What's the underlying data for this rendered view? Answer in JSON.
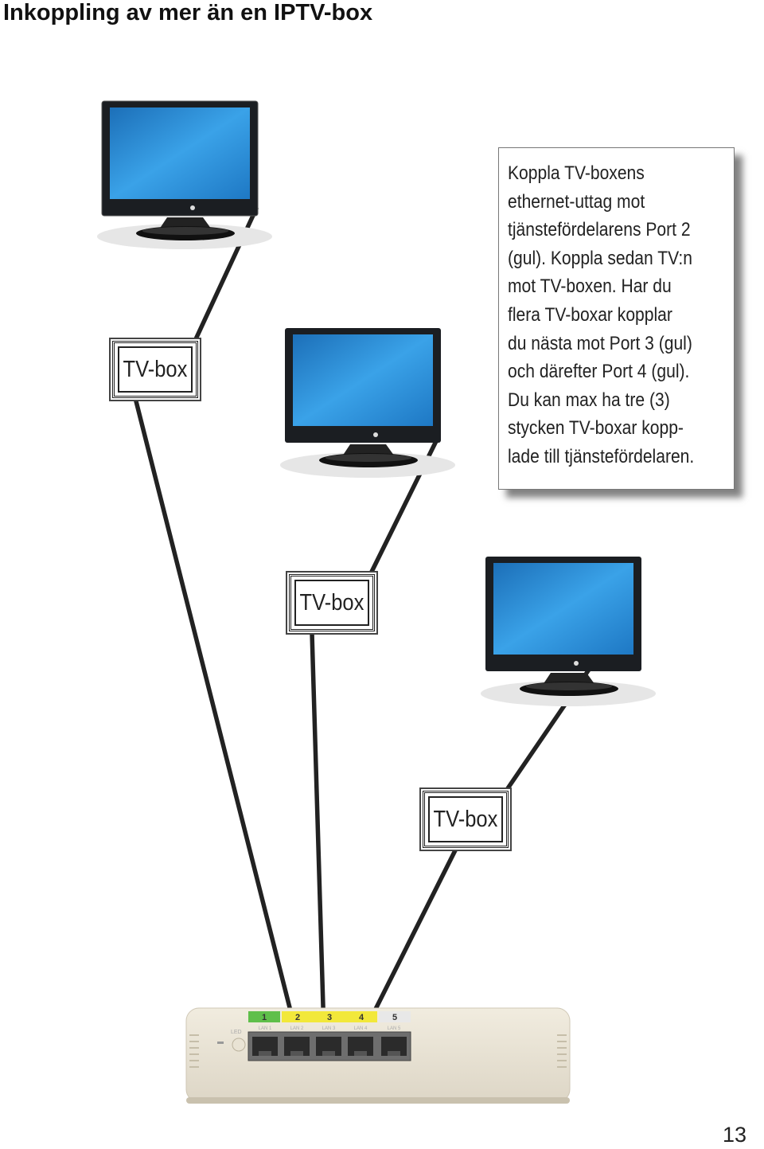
{
  "page": {
    "title": "Inkoppling av mer än en IPTV-box",
    "page_number": "13"
  },
  "instructions": {
    "text": "Koppla TV-boxens\nethernet-uttag mot\ntjänstefördelarens Port 2\n(gul). Koppla sedan TV:n\nmot TV-boxen. Har du\nflera TV-boxar kopplar\ndu nästa mot Port 3 (gul)\noch därefter Port 4 (gul).\nDu kan max ha tre (3)\nstycken TV-boxar kopp-\nlade till tjänstefördelaren."
  },
  "tv_boxes": [
    {
      "label": "TV-box"
    },
    {
      "label": "TV-box"
    },
    {
      "label": "TV-box"
    }
  ],
  "router": {
    "port_numbers": [
      "1",
      "2",
      "3",
      "4",
      "5"
    ],
    "port_labels": [
      "LAN 1",
      "LAN 2",
      "LAN 3",
      "LAN 4",
      "LAN 5"
    ],
    "led_label": "LED",
    "port_colors": [
      "#5fbf4a",
      "#f2e83a",
      "#f2e83a",
      "#f2e83a",
      "#e8e8e8"
    ]
  },
  "colors": {
    "screen": "#2f8fd6",
    "cable": "#222222"
  }
}
